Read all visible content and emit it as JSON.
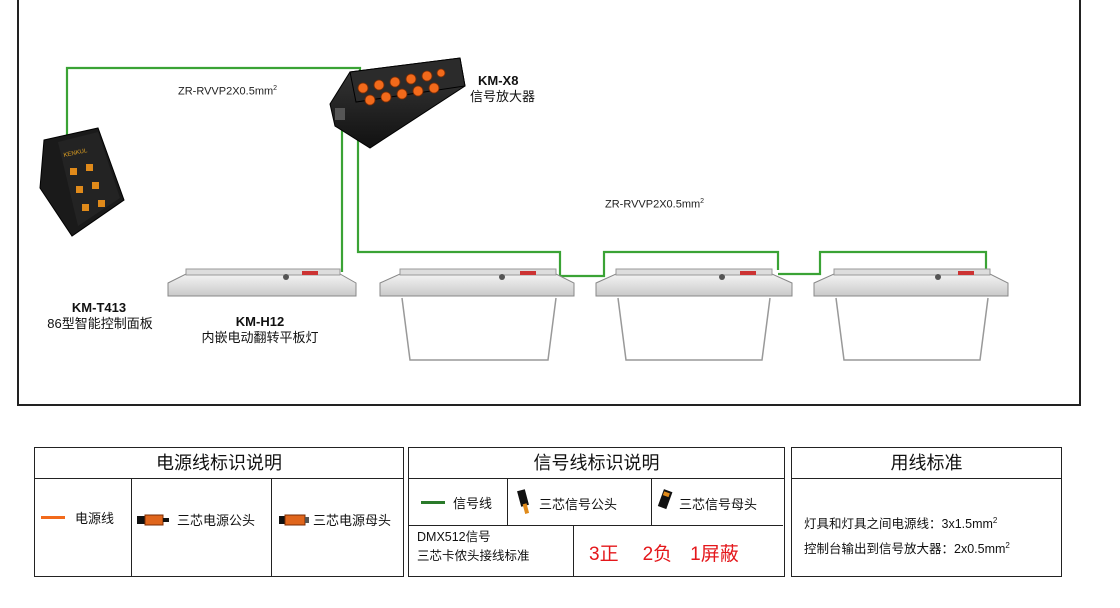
{
  "diagram": {
    "devices": {
      "amplifier": {
        "model": "KM-X8",
        "name": "信号放大器"
      },
      "panel": {
        "model": "KM-T413",
        "name": "86型智能控制面板",
        "brand": "KENKUL"
      },
      "light": {
        "model": "KM-H12",
        "name": "内嵌电动翻转平板灯"
      }
    },
    "cables": {
      "top": "ZR-RVVP2X0.5mm",
      "middle": "ZR-RVVP2X0.5mm",
      "superscript": "2"
    },
    "colors": {
      "signal_wire": "#3aa335",
      "power_wire": "#f26a1b",
      "accent_red": "#e4171b"
    }
  },
  "legend": {
    "power": {
      "title": "电源线标识说明",
      "items": [
        "电源线",
        "三芯电源公头",
        "三芯电源母头"
      ]
    },
    "signal": {
      "title": "信号线标识说明",
      "items": [
        "信号线",
        "三芯信号公头",
        "三芯信号母头"
      ],
      "dmx_line1": "DMX512信号",
      "dmx_line2": "三芯卡侬头接线标准",
      "pins": [
        "3正",
        "2负",
        "1屏蔽"
      ]
    },
    "standard": {
      "title": "用线标准",
      "line1": "灯具和灯具之间电源线：3x1.5mm",
      "line2": "控制台输出到信号放大器：2x0.5mm",
      "superscript": "2"
    }
  }
}
